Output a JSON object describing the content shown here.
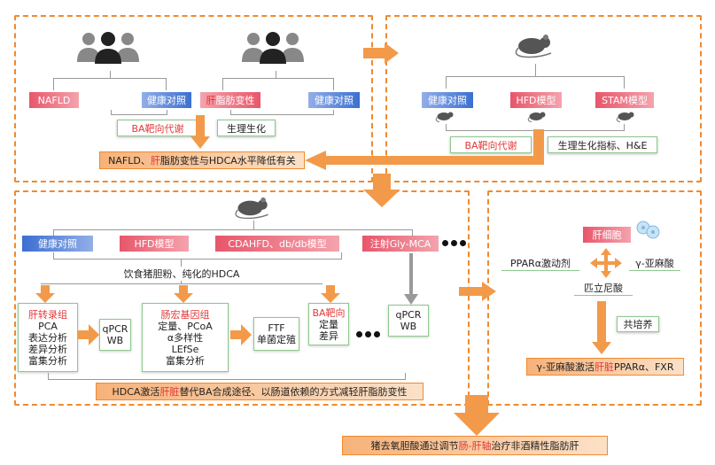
{
  "panel1": {
    "nafld": "NAFLD",
    "healthy_control_1": "健康对照",
    "steatosis_pre": "肝",
    "steatosis_post": "脂肪变性",
    "healthy_control_2": "健康对照",
    "ba_targeted": "BA靶向代谢",
    "biochem": "生理生化",
    "result_pre": "NAFLD、",
    "result_hl": "肝",
    "result_post": "脂肪变性与HDCA水平降低有关"
  },
  "panel2": {
    "healthy_control": "健康对照",
    "hfd_model": "HFD模型",
    "stam_model": "STAM模型",
    "ba_targeted": "BA靶向代谢",
    "biochem_he": "生理生化指标、H&E"
  },
  "panel3": {
    "healthy_control": "健康对照",
    "hfd_model": "HFD模型",
    "cdahfd": "CDAHFD、db/db模型",
    "inject": "注射Gly-MCA",
    "diet": "饮食猪胆粉、纯化的HDCA",
    "liver_title": "肝转录组",
    "liver_items": [
      "PCA",
      "表达分析",
      "差异分析",
      "富集分析"
    ],
    "qpcr1_a": "qPCR",
    "qpcr1_b": "WB",
    "gut_title": "肠宏基因组",
    "gut_items": [
      "定量、PCoA",
      "α多样性",
      "LEfSe",
      "富集分析"
    ],
    "ftf_a": "FTF",
    "ftf_b": "单菌定殖",
    "ba_title": "BA靶向",
    "ba_items": [
      "定量",
      "差异"
    ],
    "qpcr2_a": "qPCR",
    "qpcr2_b": "WB",
    "result_pre": "HDCA激活",
    "result_hl": "肝脏",
    "result_post": "替代BA合成途径、以肠道依赖的方式减轻肝脂肪变性"
  },
  "panel4": {
    "hepatocyte": "肝细胞",
    "ppar_agonist": "PPARα激动剂",
    "gla": "γ-亚麻酸",
    "pirinixic": "匹立尼酸",
    "coculture": "共培养",
    "result_pre": "γ-亚麻酸激活",
    "result_hl": "肝脏",
    "result_post": "PPARα、FXR"
  },
  "final": {
    "pre": "猪去氧胆酸通过调节",
    "hl": "肠-肝轴",
    "post": "治疗非酒精性脂肪肝"
  },
  "colors": {
    "accent_orange": "#f08a2e",
    "blue_tag": "#3b6fd0",
    "red_tag": "#e8566a",
    "highlight_red": "#e23a3a",
    "green_border": "#8dc88d"
  },
  "icons": [
    "people-icon",
    "mouse-icon",
    "cell-icon",
    "ellipsis-dots",
    "double-arrow-icon"
  ]
}
